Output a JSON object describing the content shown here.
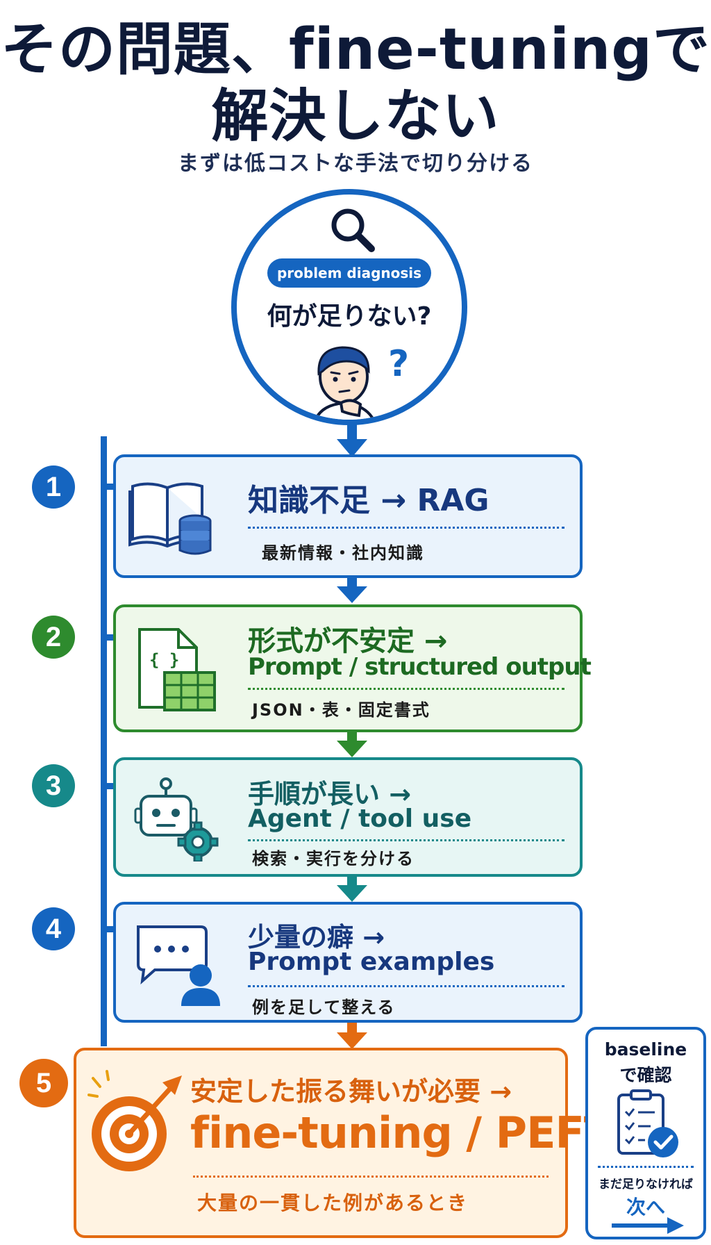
{
  "header": {
    "title_line1": "その問題、fine-tuningで",
    "title_line2": "解決しない",
    "subtitle": "まずは低コストな手法で切り分ける"
  },
  "diagnosis": {
    "pill_label": "problem diagnosis",
    "question": "何が足りない?",
    "question_mark": "?"
  },
  "steps": [
    {
      "number": "1",
      "title": "知識不足 → RAG",
      "title_line2": "",
      "detail": "最新情報・社内知識",
      "color": "#1565c0",
      "bg": "#eaf3fc",
      "icon": "book-database-icon"
    },
    {
      "number": "2",
      "title": "形式が不安定 →",
      "title_line2": "Prompt / structured output",
      "detail": "JSON・表・固定書式",
      "color": "#2e8b2e",
      "bg": "#eef8ea",
      "icon": "json-table-file-icon"
    },
    {
      "number": "3",
      "title": "手順が長い →",
      "title_line2": "Agent / tool use",
      "detail": "検索・実行を分ける",
      "color": "#16898a",
      "bg": "#e7f6f4",
      "icon": "robot-gear-icon"
    },
    {
      "number": "4",
      "title": "少量の癖 →",
      "title_line2": "Prompt examples",
      "detail": "例を足して整える",
      "color": "#1565c0",
      "bg": "#eaf3fc",
      "icon": "chat-user-icon"
    },
    {
      "number": "5",
      "title": "安定した振る舞いが必要 →",
      "title_line2": "fine-tuning / PEFT",
      "detail": "大量の一貫した例があるとき",
      "color": "#e36b12",
      "bg": "#fff3e2",
      "icon": "target-dart-icon"
    }
  ],
  "baseline": {
    "line1": "baseline",
    "line2": "で確認",
    "line3": "まだ足りなければ",
    "line4": "次へ"
  },
  "colors": {
    "blue": "#1565c0",
    "green": "#2e8b2e",
    "teal": "#16898a",
    "orange": "#e36b12",
    "navy": "#0e1a38"
  }
}
